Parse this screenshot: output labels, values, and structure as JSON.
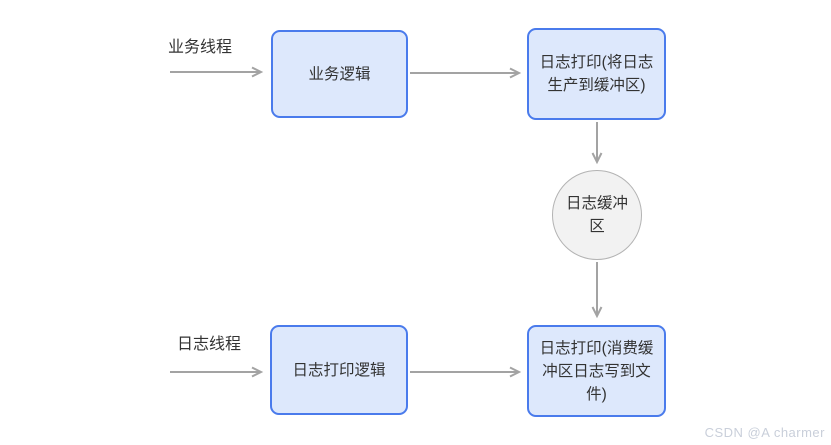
{
  "diagram": {
    "colors": {
      "box_fill": "#dde8fc",
      "box_border": "#4a7bec",
      "circle_fill": "#f2f2f2",
      "circle_border": "#b3b3b3",
      "arrow": "#a3a3a3",
      "text": "#333333",
      "watermark": "#c9cfda"
    },
    "labels": {
      "business_thread": "业务线程",
      "log_thread": "日志线程"
    },
    "nodes": {
      "business_logic": "业务逻辑",
      "log_print_produce": "日志打印(将日志\n生产到缓冲区)",
      "log_buffer": "日志缓冲\n区",
      "log_print_logic": "日志打印逻辑",
      "log_print_consume": "日志打印(消费缓\n冲区日志写到文\n件)"
    },
    "edges": [
      [
        "business_thread",
        "business_logic"
      ],
      [
        "business_logic",
        "log_print_produce"
      ],
      [
        "log_print_produce",
        "log_buffer"
      ],
      [
        "log_buffer",
        "log_print_consume"
      ],
      [
        "log_thread",
        "log_print_logic"
      ],
      [
        "log_print_logic",
        "log_print_consume"
      ]
    ]
  },
  "watermark": "CSDN @A charmer"
}
